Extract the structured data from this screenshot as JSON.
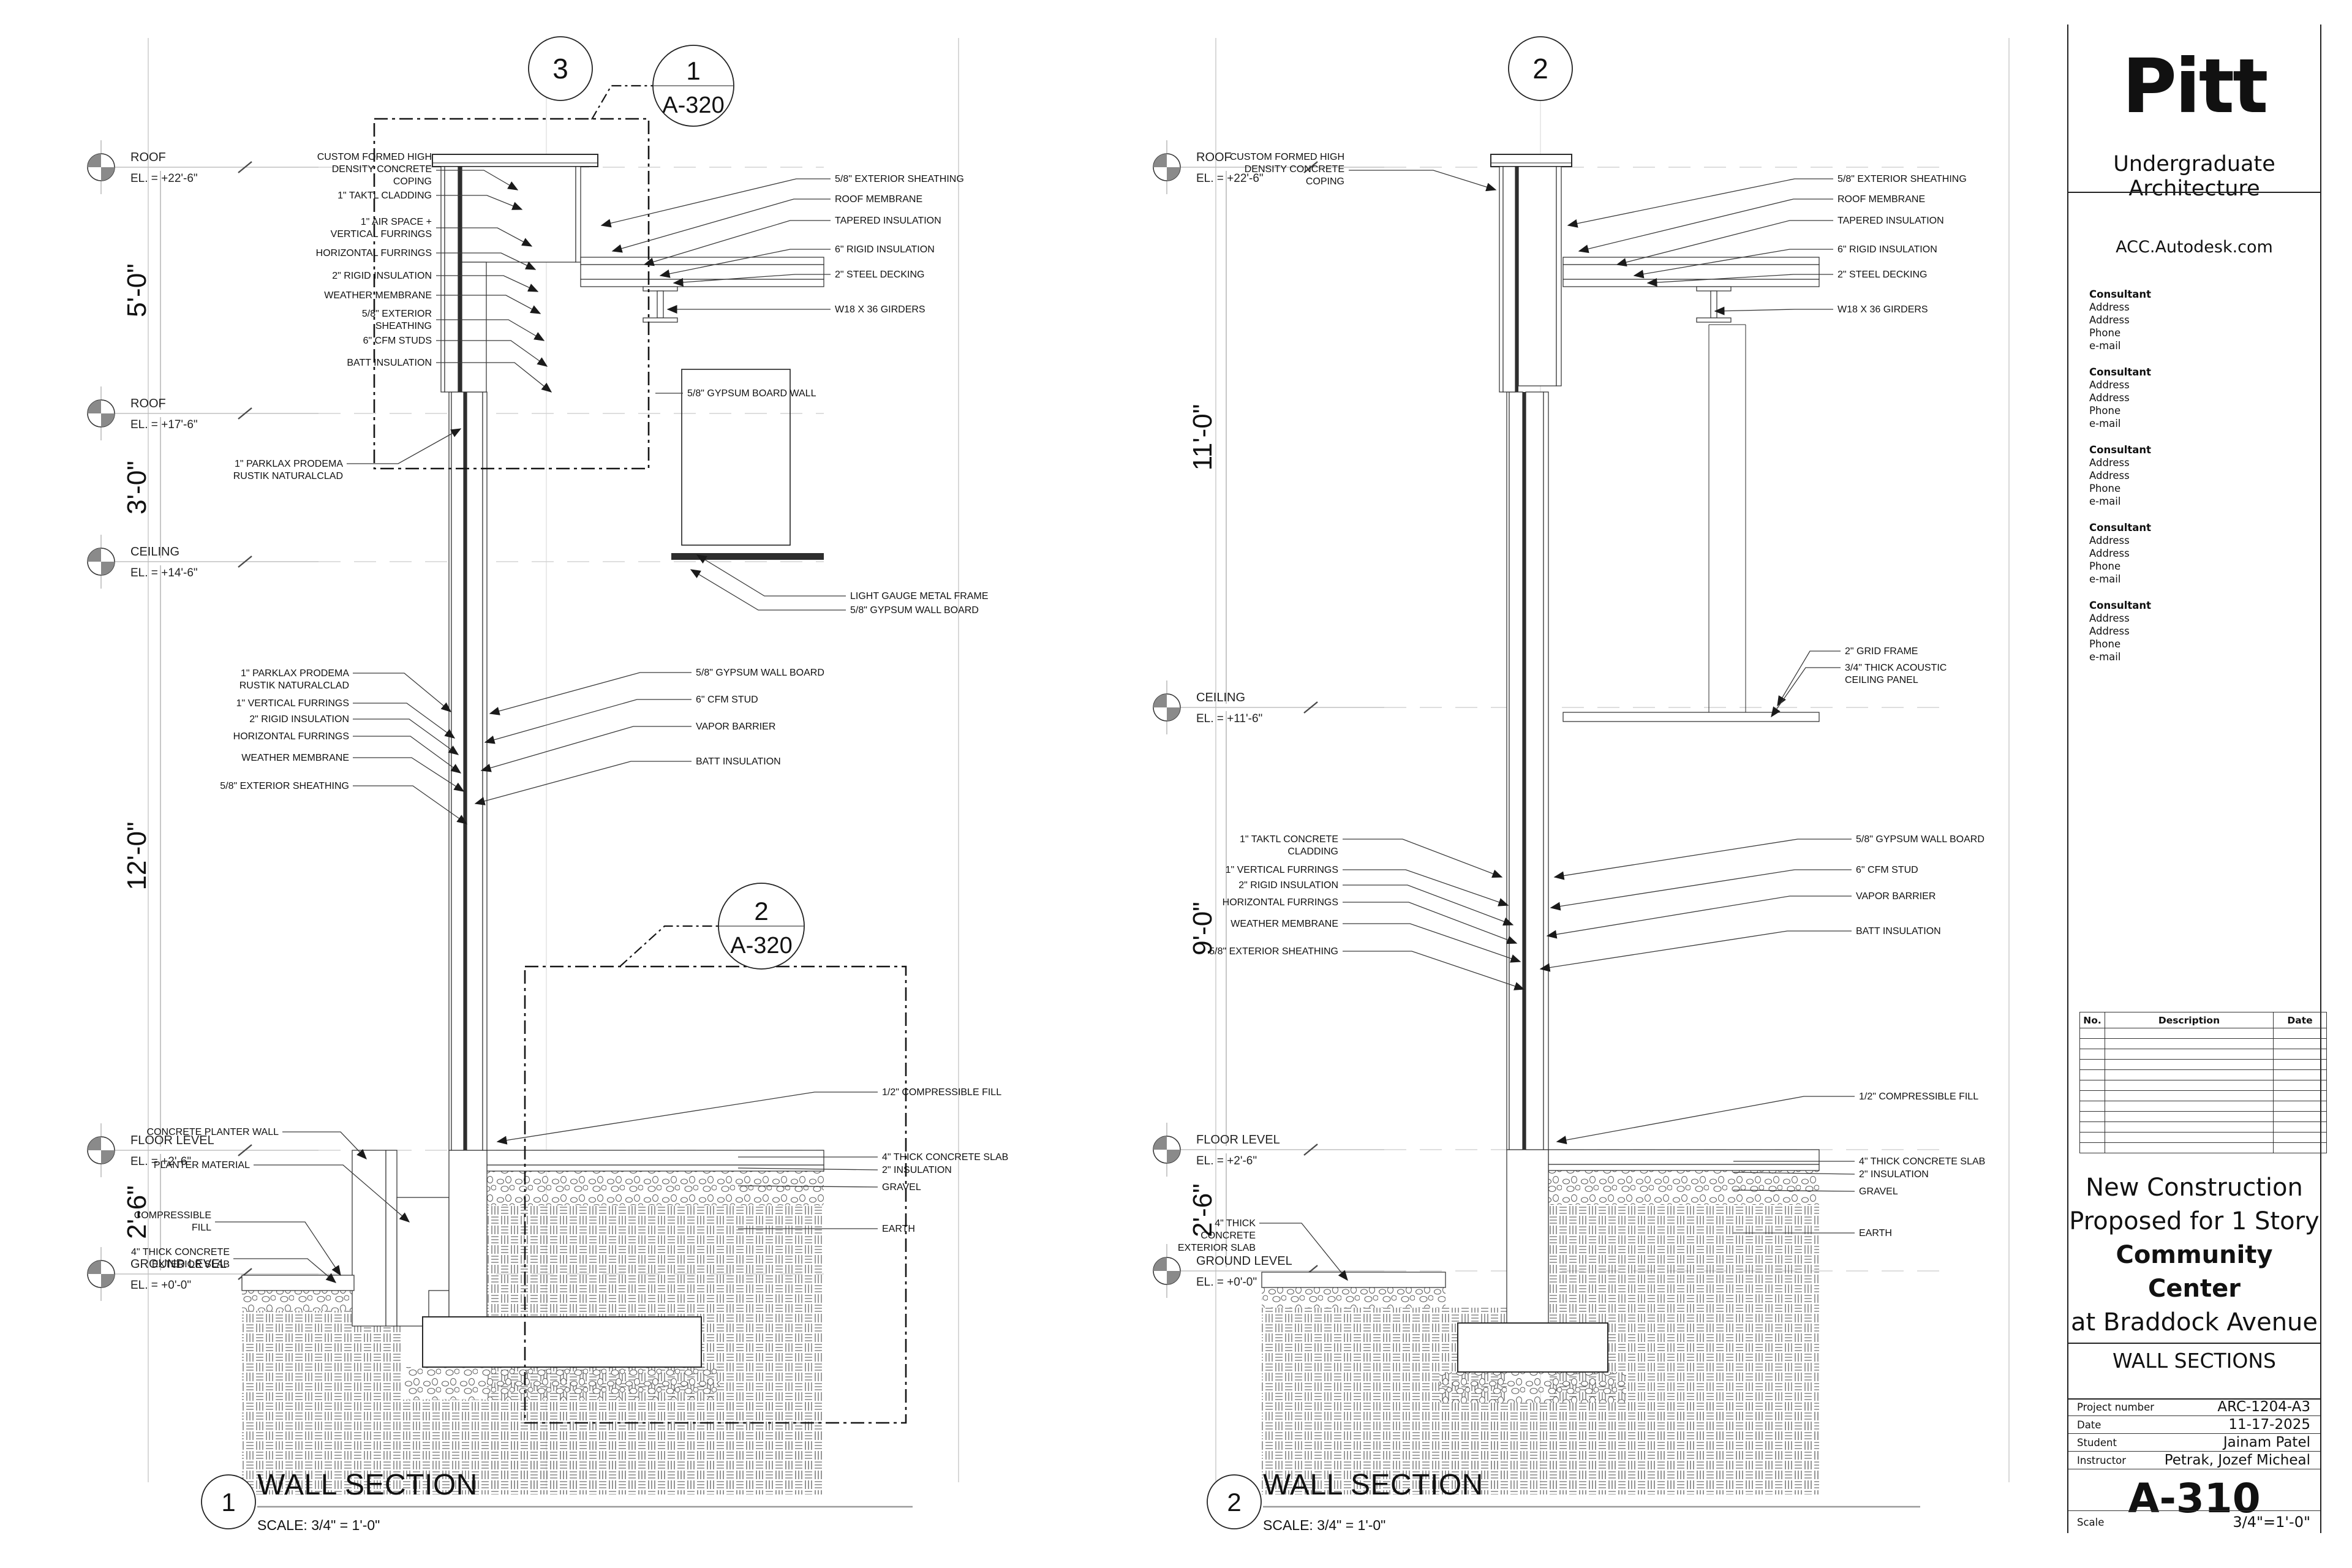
{
  "titleblock": {
    "brand": "Pitt",
    "brand_subtitle": "Undergraduate Architecture",
    "website": "ACC.Autodesk.com",
    "consultant_lines": [
      "Consultant",
      "Address",
      "Address",
      "Phone",
      "e-mail"
    ],
    "consultant_blocks": 5,
    "revisions": {
      "no": "No.",
      "description": "Description",
      "date": "Date",
      "empty_rows": 12
    },
    "project_title": [
      "New Construction",
      "Proposed for 1 Story",
      "Community Center",
      "at Braddock Avenue"
    ],
    "project_title_bold_line": 2,
    "sheet_title": "WALL SECTIONS",
    "fields": [
      {
        "label": "Project number",
        "value": "ARC-1204-A3"
      },
      {
        "label": "Date",
        "value": "11-17-2025"
      },
      {
        "label": "Student",
        "value": "Jainam Patel"
      },
      {
        "label": "Instructor",
        "value": "Petrak, Jozef Micheal"
      }
    ],
    "sheet_number": "A-310",
    "scale_label": "Scale",
    "scale_value": "3/4\"=1'-0\""
  },
  "drawings": [
    {
      "number": "1",
      "title": "WALL SECTION",
      "scale": "SCALE: 3/4\" = 1'-0\"",
      "levels": [
        {
          "name": "ROOF",
          "el": "EL. = +22'-6\""
        },
        {
          "name": "ROOF",
          "el": "EL. = +17'-6\""
        },
        {
          "name": "CEILING",
          "el": "EL. = +14'-6\""
        },
        {
          "name": "FLOOR LEVEL",
          "el": "EL. = +2'-6\""
        },
        {
          "name": "GROUND LEVEL",
          "el": "EL. = +0'-0\""
        }
      ],
      "dims": [
        "5'-0\"",
        "3'-0\"",
        "12'-0\"",
        "2'-6\""
      ],
      "callouts": [
        {
          "ref": "3",
          "sheet": ""
        },
        {
          "ref": "1",
          "sheet": "A-320"
        },
        {
          "ref": "2",
          "sheet": "A-320"
        }
      ],
      "labels": [
        "CUSTOM FORMED HIGH\nDENSITY CONCRETE\nCOPING",
        "1\" TAKTL CLADDING",
        "1\" AIR SPACE +\nVERTICAL FURRINGS",
        "HORIZONTAL FURRINGS",
        "2\" RIGID INSULATION",
        "WEATHER MEMBRANE",
        "5/8\" EXTERIOR\nSHEATHING",
        "6\" CFM STUDS",
        "BATT INSULATION",
        "1\" PARKLAX PRODEMA\nRUSTIK NATURALCLAD",
        "5/8\" EXTERIOR SHEATHING",
        "ROOF MEMBRANE",
        "TAPERED INSULATION",
        "6\" RIGID INSULATION",
        "2\" STEEL DECKING",
        "W18 X 36 GIRDERS",
        "5/8\" GYPSUM BOARD WALL",
        "LIGHT GAUGE METAL FRAME",
        "5/8\" GYPSUM WALL BOARD",
        "1\" PARKLAX PRODEMA\nRUSTIK NATURALCLAD",
        "1\" VERTICAL FURRINGS",
        "2\" RIGID INSULATION",
        "HORIZONTAL FURRINGS",
        "WEATHER MEMBRANE",
        "5/8\" EXTERIOR SHEATHING",
        "5/8\" GYPSUM WALL BOARD",
        "6\" CFM STUD",
        "VAPOR BARRIER",
        "BATT INSULATION",
        "1/2\" COMPRESSIBLE FILL",
        "CONCRETE PLANTER WALL",
        "PLANTER MATERIAL",
        "COMPRESSIBLE\nFILL",
        "4\" THICK CONCRETE\nEXTERIOR SLAB",
        "4\" THICK CONCRETE SLAB",
        "2\" INSULATION",
        "GRAVEL",
        "EARTH"
      ]
    },
    {
      "number": "2",
      "title": "WALL SECTION",
      "scale": "SCALE: 3/4\" = 1'-0\"",
      "levels": [
        {
          "name": "ROOF",
          "el": "EL. = +22'-6\""
        },
        {
          "name": "CEILING",
          "el": "EL. = +11'-6\""
        },
        {
          "name": "FLOOR LEVEL",
          "el": "EL. = +2'-6\""
        },
        {
          "name": "GROUND LEVEL",
          "el": "EL. = +0'-0\""
        }
      ],
      "dims": [
        "11'-0\"",
        "9'-0\"",
        "2'-6\""
      ],
      "callouts": [
        {
          "ref": "2",
          "sheet": ""
        }
      ],
      "labels": [
        "CUSTOM FORMED HIGH\nDENSITY CONCRETE\nCOPING",
        "5/8\" EXTERIOR SHEATHING",
        "ROOF MEMBRANE",
        "TAPERED INSULATION",
        "6\" RIGID INSULATION",
        "2\" STEEL DECKING",
        "W18 X 36 GIRDERS",
        "2\" GRID FRAME",
        "3/4\" THICK ACOUSTIC\nCEILING PANEL",
        "1\" TAKTL CONCRETE\nCLADDING",
        "1\" VERTICAL FURRINGS",
        "2\" RIGID INSULATION",
        "HORIZONTAL FURRINGS",
        "WEATHER MEMBRANE",
        "5/8\" EXTERIOR SHEATHING",
        "5/8\" GYPSUM WALL BOARD",
        "6\" CFM STUD",
        "VAPOR BARRIER",
        "BATT INSULATION",
        "1/2\" COMPRESSIBLE FILL",
        "4\" THICK\nCONCRETE\nEXTERIOR SLAB",
        "4\" THICK CONCRETE SLAB",
        "2\" INSULATION",
        "GRAVEL",
        "EARTH"
      ]
    }
  ]
}
